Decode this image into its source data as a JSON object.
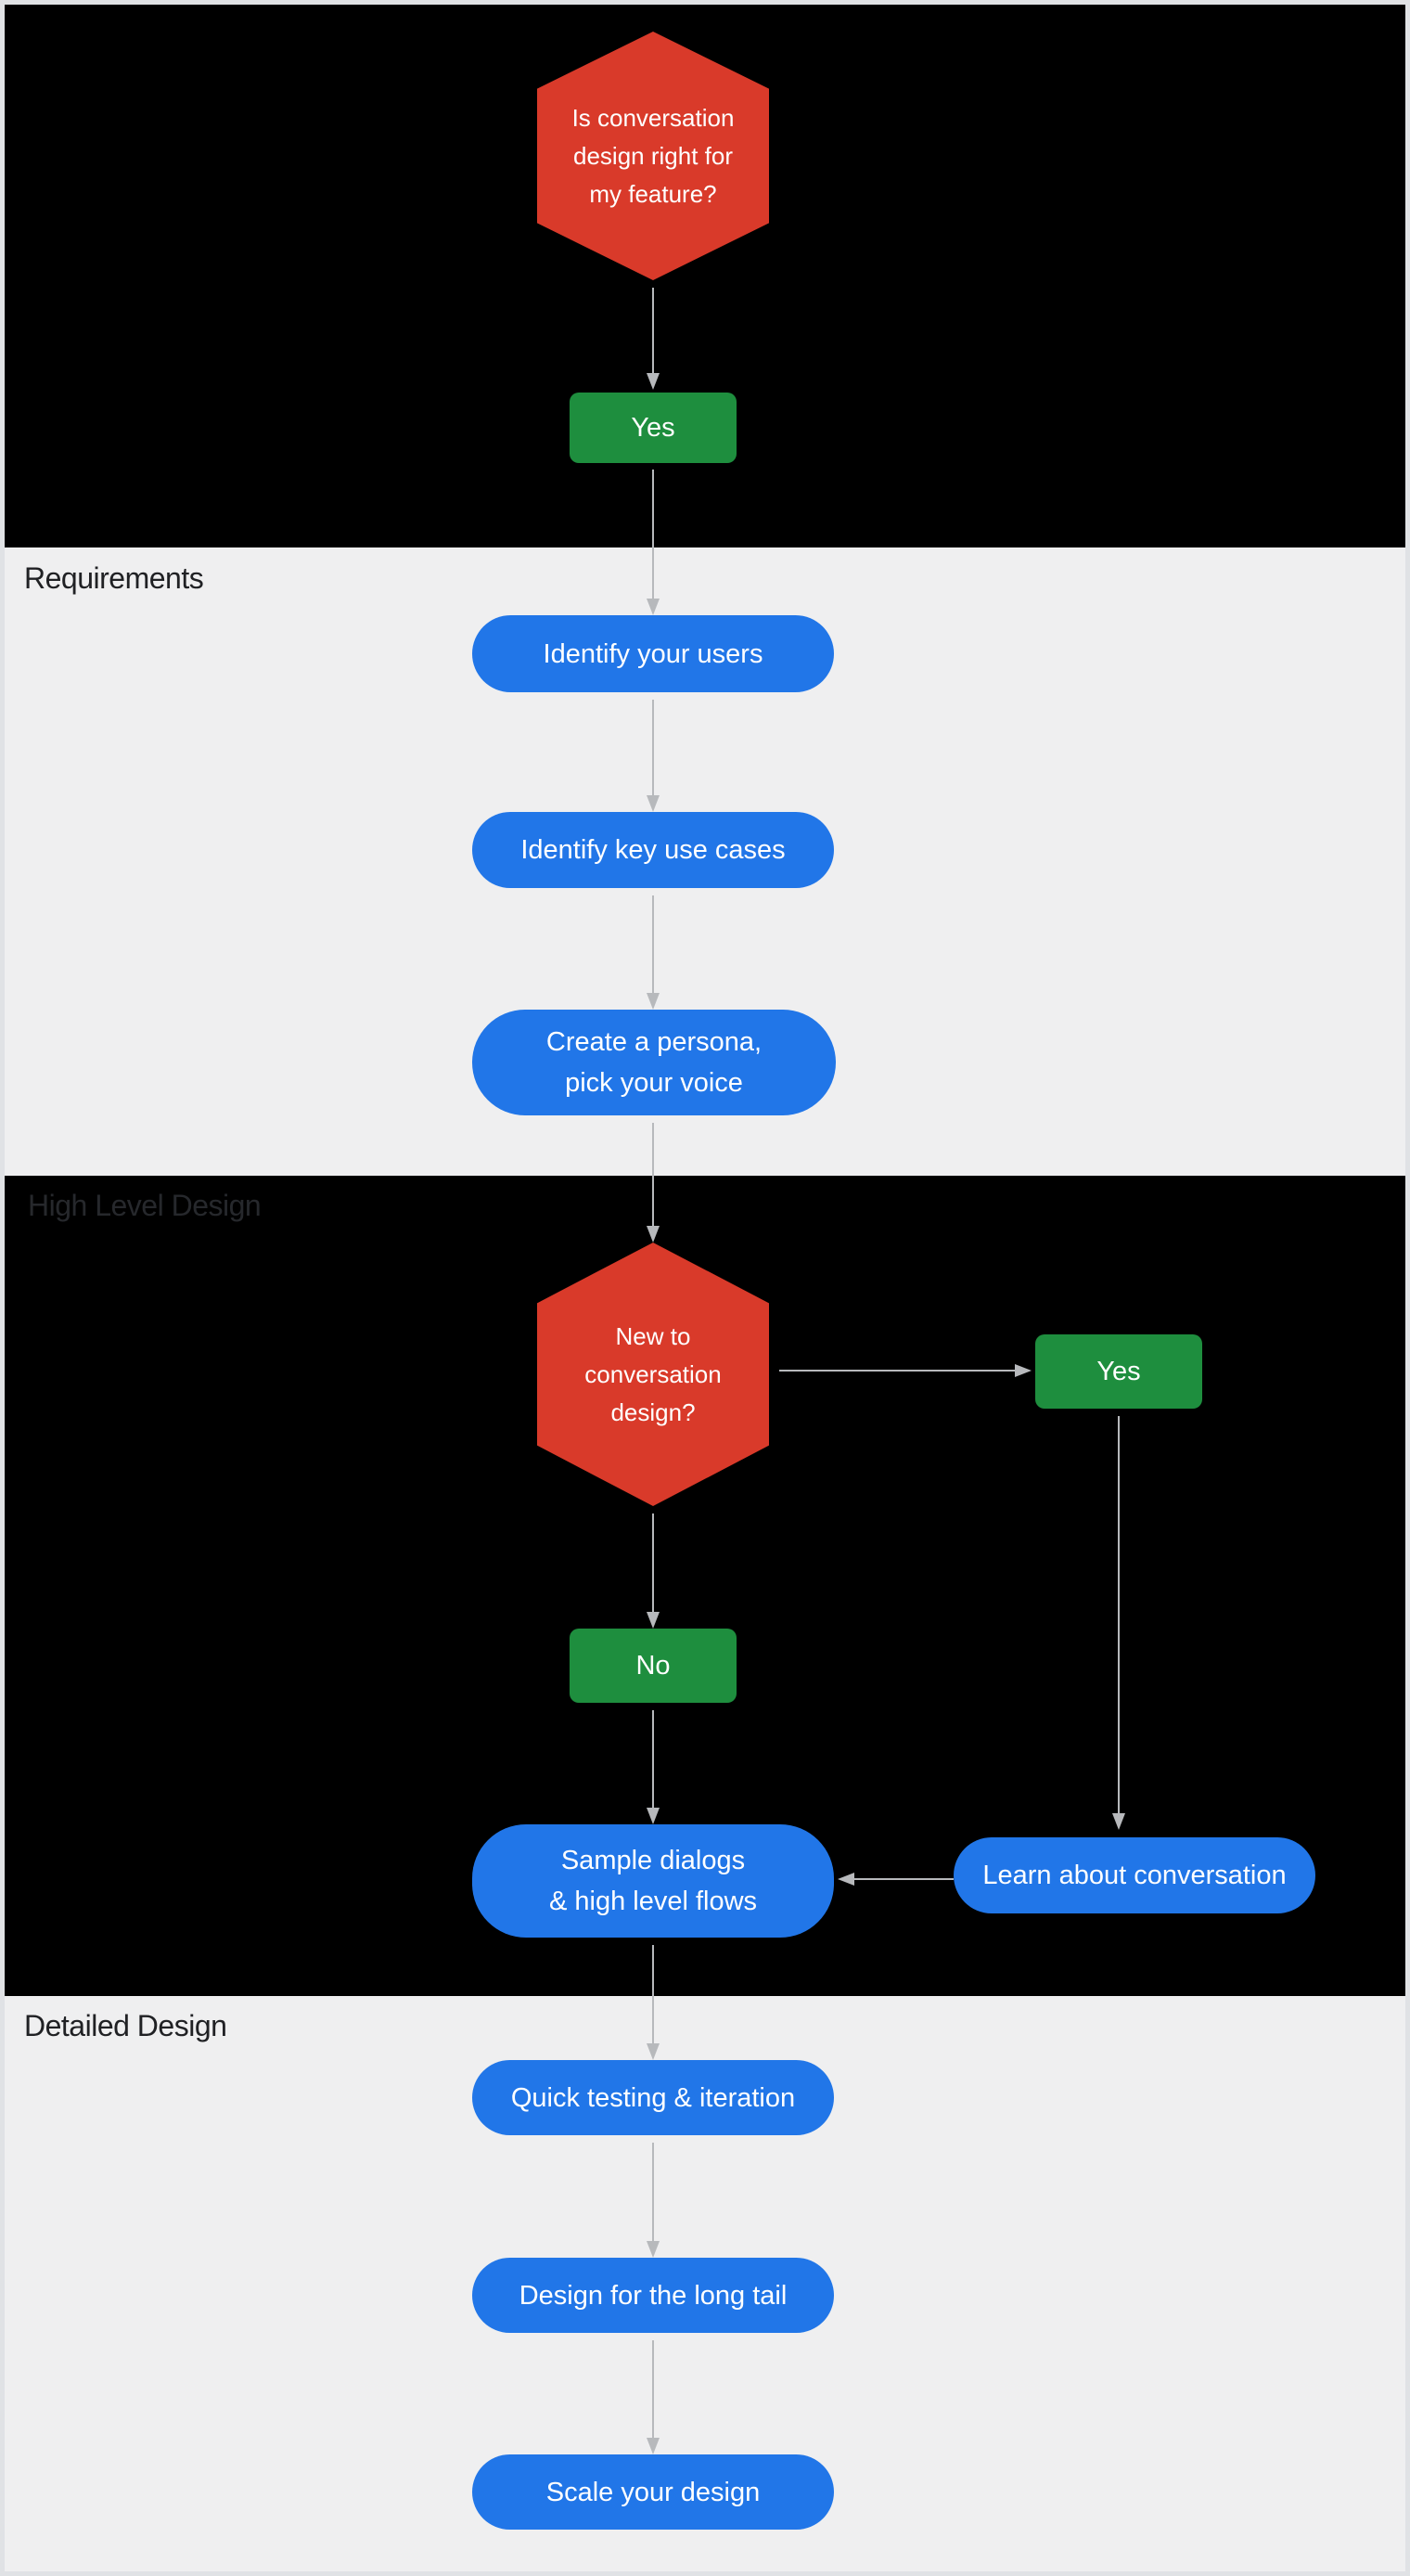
{
  "sections": {
    "intro": {
      "label": ""
    },
    "requirements": {
      "label": "Requirements"
    },
    "high_level_design": {
      "label": "High Level Design"
    },
    "detailed_design": {
      "label": "Detailed Design"
    }
  },
  "nodes": {
    "feature_fit_question": {
      "kind": "decision",
      "text": "Is conversation\ndesign right for\nmy feature?"
    },
    "feature_fit_yes": {
      "kind": "answer",
      "text": "Yes"
    },
    "identify_users": {
      "kind": "step",
      "text": "Identify your users"
    },
    "identify_key_use_cases": {
      "kind": "step",
      "text": "Identify key use cases"
    },
    "create_persona": {
      "kind": "step",
      "text": "Create a persona,\npick your voice"
    },
    "new_to_cd_question": {
      "kind": "decision",
      "text": "New to\nconversation\ndesign?"
    },
    "new_to_cd_yes": {
      "kind": "answer",
      "text": "Yes"
    },
    "new_to_cd_no": {
      "kind": "answer",
      "text": "No"
    },
    "learn_about_conversation": {
      "kind": "step",
      "text": "Learn about conversation"
    },
    "sample_dialogs": {
      "kind": "step",
      "text": "Sample dialogs\n& high level flows"
    },
    "quick_testing": {
      "kind": "step",
      "text": "Quick testing & iteration"
    },
    "design_long_tail": {
      "kind": "step",
      "text": "Design for the long tail"
    },
    "scale_your_design": {
      "kind": "step",
      "text": "Scale your design"
    }
  },
  "colors": {
    "blue": "#2176e8",
    "red": "#d93a2a",
    "green": "#1e8e3e",
    "black_section": "#000000",
    "light_section": "#efeff0",
    "arrow": "#b7b9bc",
    "node_text": "#ffffff",
    "label_on_light": "#202124",
    "label_on_dark": "#26282c",
    "border": "#e0e2e5"
  }
}
